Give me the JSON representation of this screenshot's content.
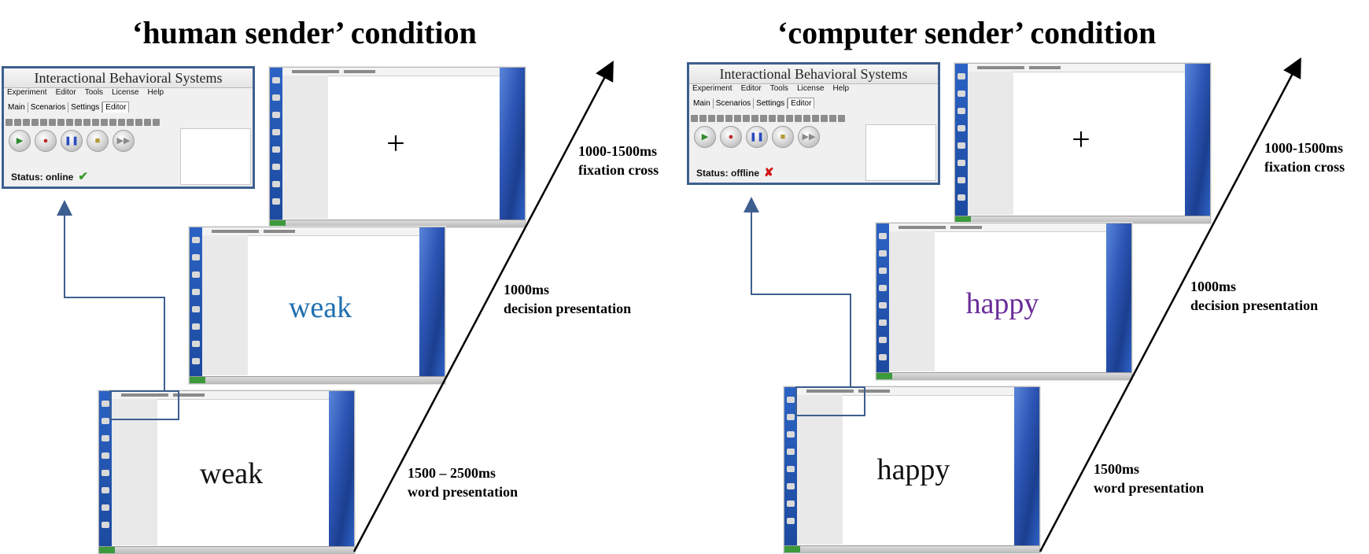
{
  "panels": [
    {
      "title": "‘human sender’ condition",
      "ibs_window": {
        "title": "Interactional Behavioral Systems",
        "menu": [
          "Experiment",
          "Editor",
          "Tools",
          "License",
          "Help"
        ],
        "tabs": [
          "Main",
          "Scenarios",
          "Settings",
          "Editor"
        ],
        "active_tab": "Editor",
        "status_label": "Status: online",
        "status_icon": "check-icon",
        "status_mark": "✔",
        "status_color": "#3a9a2a"
      },
      "screens": [
        {
          "role": "fixation-screen",
          "stimulus": "+",
          "stimulus_color": "#000000"
        },
        {
          "role": "decision-screen",
          "stimulus": "weak",
          "stimulus_color": "#1f6fb0"
        },
        {
          "role": "word-screen",
          "stimulus": "weak",
          "stimulus_color": "#111111"
        }
      ],
      "timings": [
        {
          "line1": "1000-1500ms",
          "line2": "fixation cross"
        },
        {
          "line1": "1000ms",
          "line2": "decision presentation"
        },
        {
          "line1": "1500 – 2500ms",
          "line2": "word presentation"
        }
      ]
    },
    {
      "title": "‘computer sender’ condition",
      "ibs_window": {
        "title": "Interactional Behavioral Systems",
        "menu": [
          "Experiment",
          "Editor",
          "Tools",
          "License",
          "Help"
        ],
        "tabs": [
          "Main",
          "Scenarios",
          "Settings",
          "Editor"
        ],
        "active_tab": "Editor",
        "status_label": "Status: offline",
        "status_icon": "cross-icon",
        "status_mark": "✘",
        "status_color": "#d01515"
      },
      "screens": [
        {
          "role": "fixation-screen",
          "stimulus": "+",
          "stimulus_color": "#000000"
        },
        {
          "role": "decision-screen",
          "stimulus": "happy",
          "stimulus_color": "#6a2d9a"
        },
        {
          "role": "word-screen",
          "stimulus": "happy",
          "stimulus_color": "#111111"
        }
      ],
      "timings": [
        {
          "line1": "1000-1500ms",
          "line2": "fixation cross"
        },
        {
          "line1": "1000ms",
          "line2": "decision presentation"
        },
        {
          "line1": "1500ms",
          "line2": "word presentation"
        }
      ]
    }
  ],
  "colors": {
    "frame": "#3d5f8f",
    "timeline": "#000000"
  }
}
